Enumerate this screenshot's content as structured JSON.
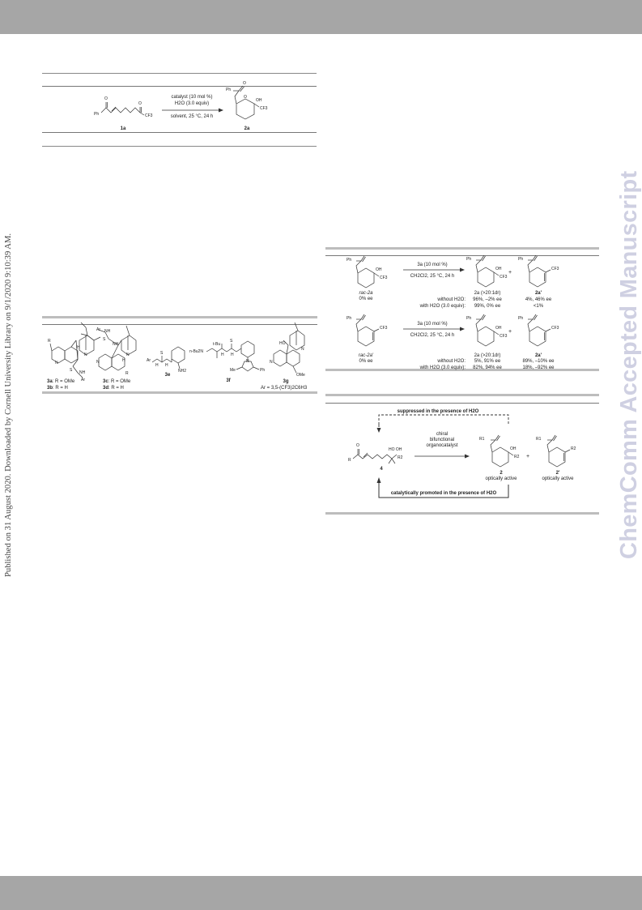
{
  "side_note": "Published on 31 August 2020. Downloaded by Cornell University Library on 9/1/2020 9:10:39 AM.",
  "watermark": "ChemComm Accepted Manuscript",
  "scheme1": {
    "cond1": "catalyst (10 mol %)",
    "cond2": "H2O (3.0 equiv)",
    "cond3": "solvent, 25 °C, 24 h",
    "sm_label": "1a",
    "prod_label": "2a",
    "ph": "Ph",
    "cf3": "CF3",
    "oh": "OH",
    "o": "O"
  },
  "catalysts": {
    "label_3a": "3a",
    "text_3a": ": R = OMe",
    "label_3b": "3b",
    "text_3b": ": R = H",
    "label_3c": "3c",
    "text_3c": ": R = OMe",
    "label_3d": "3d",
    "text_3d": ": R = H",
    "label_3e": "3e",
    "label_3f": "3f",
    "label_3g": "3g",
    "ar_def": "Ar = 3,5-(CF3)2C6H3",
    "ar": "Ar",
    "r": "R",
    "nh": "NH",
    "h": "H",
    "n": "N",
    "s": "S",
    "nh2": "NH2",
    "ho": "HO",
    "ome": "OMe",
    "nbu2": "n-Bu2N",
    "tbu": "t-Bu",
    "me": "Me",
    "ph": "Ph"
  },
  "scheme2": {
    "row1": {
      "sm": "rac-2a",
      "sm_ee": "0% ee",
      "cond1": "3a (10 mol %)",
      "cond2": "CH2Cl2, 25 °C, 24 h",
      "p1": "2a (>20:1dr)",
      "p2": "2a'",
      "plus": "+",
      "lab_a": "without H2O:",
      "lab_b": "with H2O (3.0 equiv):",
      "v1a": "96%, –2% ee",
      "v1b": "99%, 0% ee",
      "v2a": "4%, 46% ee",
      "v2b": "<1%"
    },
    "row2": {
      "sm": "rac-2a'",
      "sm_ee": "0% ee",
      "cond1": "3a (10 mol %)",
      "cond2": "CH2Cl2, 25 °C, 24 h",
      "p1": "2a (>20:1dr)",
      "p2": "2a'",
      "plus": "+",
      "lab_a": "without H2O:",
      "lab_b": "with H2O (3.0 equiv):",
      "v1a": "5%, 91% ee",
      "v1b": "82%, 94% ee",
      "v2a": "89%, –10% ee",
      "v2b": "18%, –92% ee"
    }
  },
  "scheme3": {
    "top_text": "suppressed in the presence of H2O",
    "bottom_text": "catalytically promoted in the presence of H2O",
    "cat1": "chiral",
    "cat2": "bifunctional",
    "cat3": "organocatalyst",
    "sm_label": "4",
    "p1_label": "2",
    "p1_sub": "optically active",
    "p2_label": "2'",
    "p2_sub": "optically active",
    "plus": "+",
    "r": "R",
    "r1": "R1",
    "r2": "R2",
    "ho_oh": "HO  OH"
  }
}
